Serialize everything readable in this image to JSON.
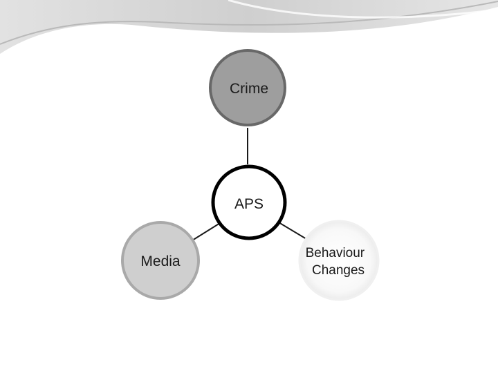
{
  "diagram": {
    "center": {
      "label": "APS"
    },
    "nodes": [
      {
        "id": "crime",
        "label": "Crime"
      },
      {
        "id": "media",
        "label": "Media"
      },
      {
        "id": "behaviour",
        "label_lines": [
          "Behaviour",
          "Changes"
        ]
      }
    ]
  },
  "colors": {
    "crime_fill": "#9e9e9e",
    "crime_border": "#686868",
    "media_fill": "#cfcfcf",
    "media_border": "#a9a9a9",
    "behaviour_fill": "#f6f6f6",
    "center_fill": "#ffffff",
    "center_border": "#000000",
    "connector": "#1a1a1a"
  }
}
